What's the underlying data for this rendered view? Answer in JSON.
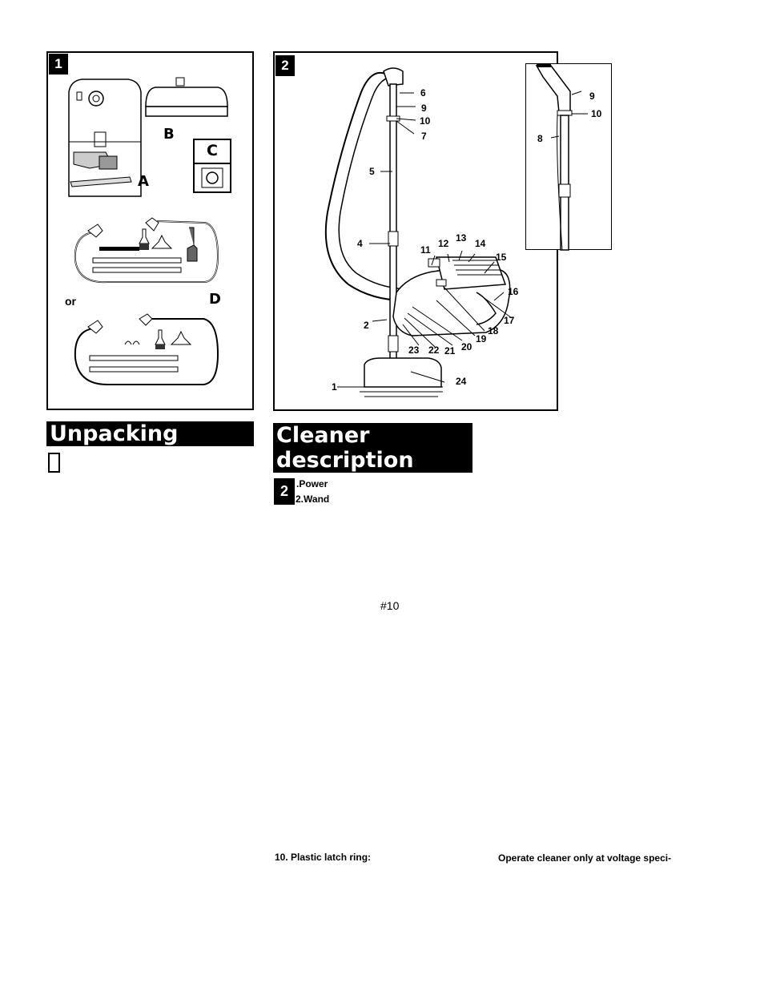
{
  "figure1": {
    "badge": "1",
    "labels": {
      "a": "A",
      "b": "B",
      "c": "C",
      "d": "D",
      "or": "or"
    }
  },
  "figure2": {
    "badge": "2",
    "callouts": [
      "1",
      "2",
      "4",
      "5",
      "6",
      "7",
      "8",
      "9",
      "9",
      "10",
      "10",
      "11",
      "12",
      "13",
      "14",
      "15",
      "16",
      "17",
      "18",
      "19",
      "20",
      "21",
      "22",
      "23",
      "24"
    ]
  },
  "unpacking": {
    "heading": "Unpacking"
  },
  "description": {
    "heading_line1": "Cleaner",
    "heading_line2": "description",
    "badge": "2",
    "items": [
      ".Power",
      "2.Wand"
    ]
  },
  "page_note": "#10",
  "footer": {
    "left": "10. Plastic latch ring:",
    "right": "Operate cleaner only at voltage speci-"
  }
}
